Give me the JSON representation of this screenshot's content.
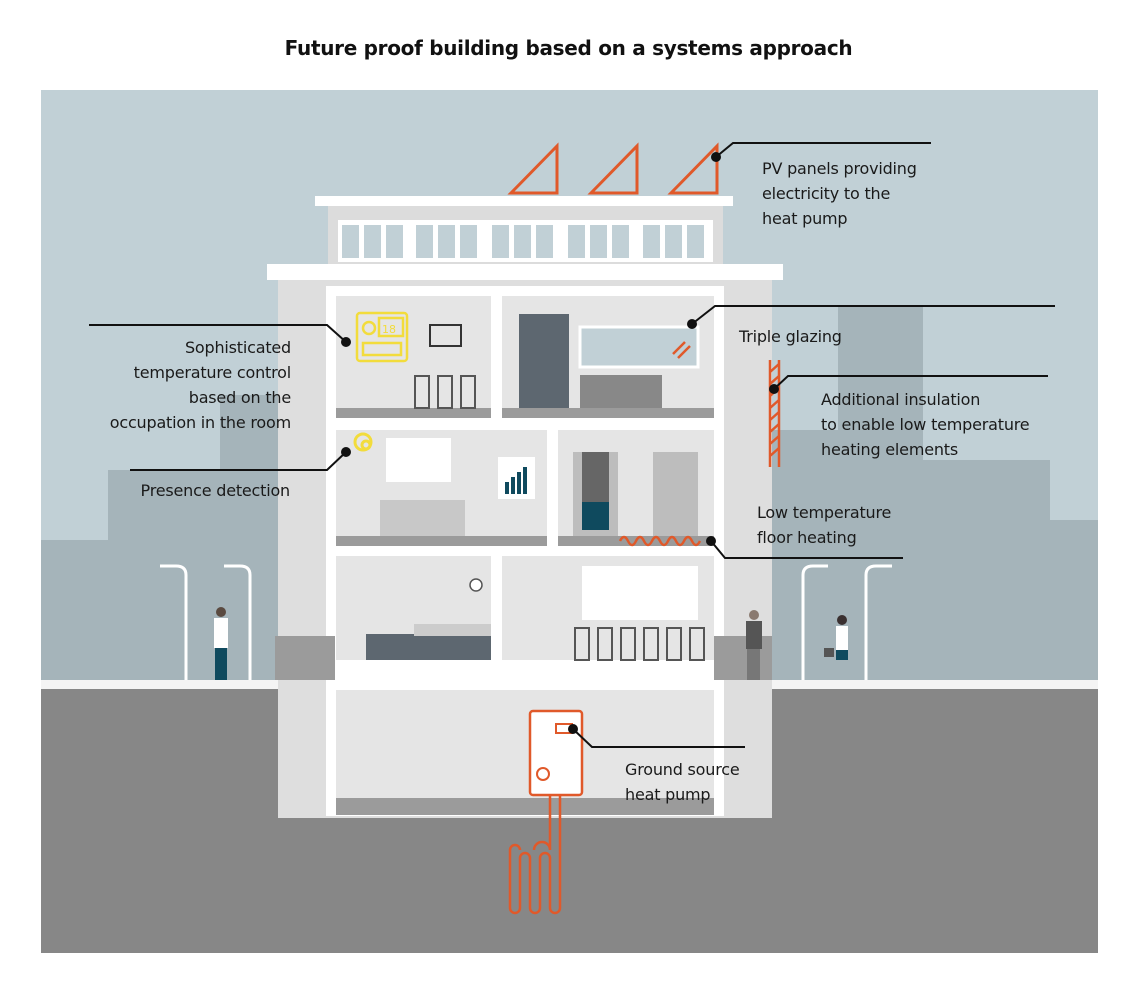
{
  "title": "Future proof building based on a systems approach",
  "labels": {
    "pv": [
      "PV panels providing",
      "electricity to the",
      "heat pump"
    ],
    "triple_glazing": [
      "Triple glazing"
    ],
    "insulation": [
      "Additional insulation",
      "to enable low temperature",
      "heating elements"
    ],
    "floor_heating": [
      "Low temperature",
      "floor heating"
    ],
    "heat_pump": [
      "Ground source",
      "heat pump"
    ],
    "temperature_control": [
      "Sophisticated",
      "temperature control",
      "based on the",
      "occupation in the room"
    ],
    "presence": [
      "Presence detection"
    ]
  },
  "thermostat_reading": "18",
  "colors": {
    "sky": "#c1d0d6",
    "background_buildings": "#a5b4ba",
    "ground": "#878787",
    "building": "#e2e2e2",
    "accent_orange": "#e0592a",
    "accent_yellow": "#f2dc3c",
    "dark_teal": "#0f4a5e"
  }
}
